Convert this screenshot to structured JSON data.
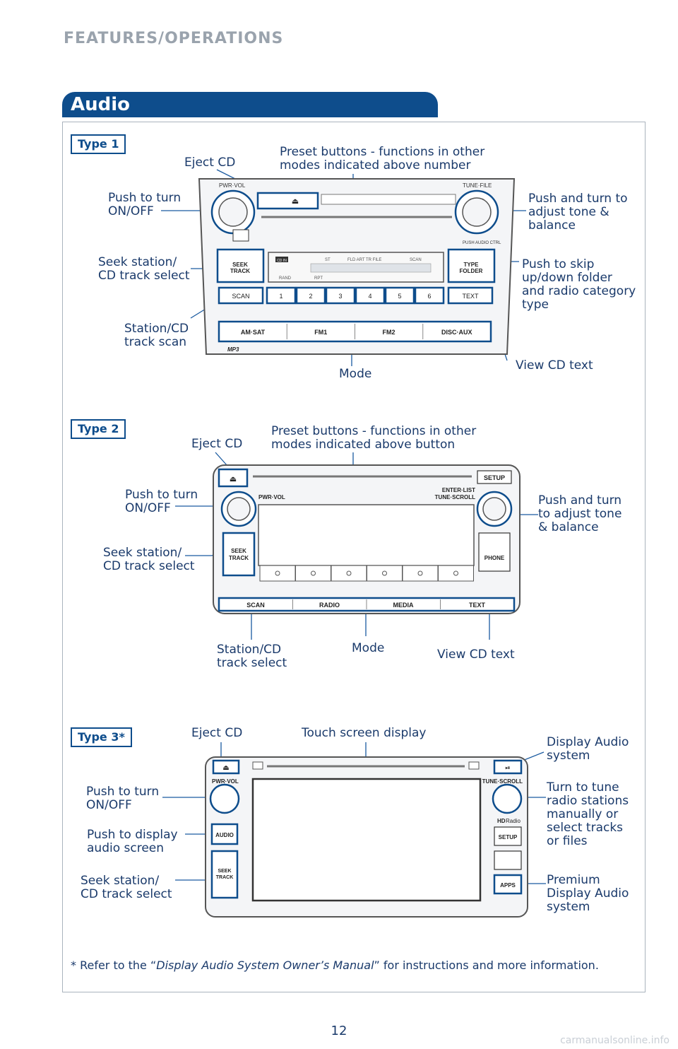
{
  "header": {
    "section": "FEATURES/OPERATIONS",
    "title": "Audio"
  },
  "type1": {
    "label": "Type 1",
    "callouts": {
      "eject": "Eject CD",
      "preset": "Preset buttons - functions in other\nmodes indicated above number",
      "power": "Push to turn\nON/OFF",
      "tone": "Push and turn to\nadjust tone &\nbalance",
      "seek": "Seek station/\nCD track select",
      "folder": "Push to skip\nup/down folder\nand radio category\ntype",
      "scan": "Station/CD\ntrack scan",
      "mode": "Mode",
      "text": "View CD text"
    },
    "panel": {
      "pwr_vol": "PWR·VOL",
      "tune_file": "TUNE·FILE",
      "push_audio": "PUSH AUDIO CTRL",
      "seek1": "SEEK",
      "seek2": "TRACK",
      "type1": "TYPE",
      "type2": "FOLDER",
      "scan": "SCAN",
      "text": "TEXT",
      "presets": [
        "1",
        "2",
        "3",
        "4",
        "5",
        "6"
      ],
      "modes": [
        "AM·SAT",
        "FM1",
        "FM2",
        "DISC·AUX"
      ],
      "mp3": "MP3",
      "disp_st": "ST",
      "disp_fld": "FLD ART TR FILE",
      "disp_scan": "SCAN",
      "disp_rand": "RAND",
      "disp_rpt": "RPT",
      "disp_cdin": "CD IN"
    }
  },
  "type2": {
    "label": "Type 2",
    "callouts": {
      "eject": "Eject CD",
      "preset": "Preset buttons - functions in other\nmodes indicated above button",
      "power": "Push to turn\nON/OFF",
      "tone": "Push and turn\nto adjust tone\n& balance",
      "seek": "Seek station/\nCD track select",
      "scan": "Station/CD\ntrack select",
      "mode": "Mode",
      "text": "View CD text"
    },
    "panel": {
      "setup": "SETUP",
      "pwr_vol": "PWR·VOL",
      "enter1": "ENTER·LIST",
      "enter2": "TUNE·SCROLL",
      "seek1": "SEEK",
      "seek2": "TRACK",
      "phone": "PHONE",
      "modes": [
        "SCAN",
        "RADIO",
        "MEDIA",
        "TEXT"
      ]
    }
  },
  "type3": {
    "label": "Type 3*",
    "callouts": {
      "eject": "Eject CD",
      "touch": "Touch screen display",
      "display_audio": "Display Audio\nsystem",
      "power": "Push to turn\nON/OFF",
      "tune": "Turn to tune\nradio stations\nmanually or\nselect tracks\nor files",
      "audio": "Push to display\naudio screen",
      "seek": "Seek station/\nCD track select",
      "premium": "Premium\nDisplay Audio\nsystem"
    },
    "panel": {
      "pwr_vol": "PWR·VOL",
      "tune_scroll": "TUNE·SCROLL",
      "audio": "AUDIO",
      "seek1": "SEEK",
      "seek2": "TRACK",
      "radio": "Radio",
      "hd": "HD",
      "setup": "SETUP",
      "apps": "APPS"
    }
  },
  "footnote": {
    "prefix": "* Refer to the “",
    "manual": "Display Audio System Owner’s Manual",
    "suffix": "” for instructions and more information."
  },
  "page_number": "12",
  "watermark": "carmanualsonline.info",
  "colors": {
    "accent": "#0e4d8c",
    "label_text": "#1a3a6b",
    "leader_line": "#1a5aa0",
    "header_gray": "#9aa3ad"
  }
}
